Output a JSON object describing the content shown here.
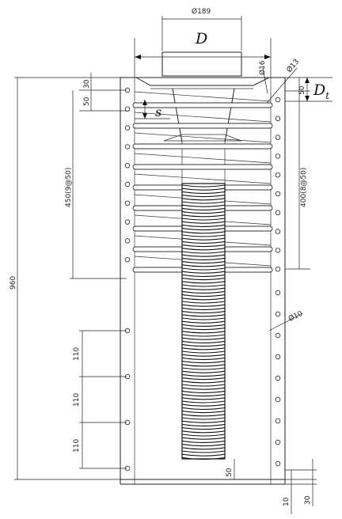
{
  "dimensions": {
    "top_diameter": "Ø189",
    "symbol_D": "D",
    "symbol_Dt": "D",
    "symbol_Dt_sub": "t",
    "symbol_s": "s",
    "diameter_13": "Ø13",
    "diameter_16": "Ø16",
    "diameter_10": "Ø10",
    "top_offset": "30",
    "first_spacing": "50",
    "right_first": "50",
    "spiral_height_left": "450(9@50)",
    "spiral_height_right": "400(8@50)",
    "total_height": "960",
    "hole_spacing_1": "110",
    "hole_spacing_2": "110",
    "hole_spacing_3": "110",
    "bottom_gap": "50",
    "base_thickness": "10",
    "base_offset": "30"
  }
}
